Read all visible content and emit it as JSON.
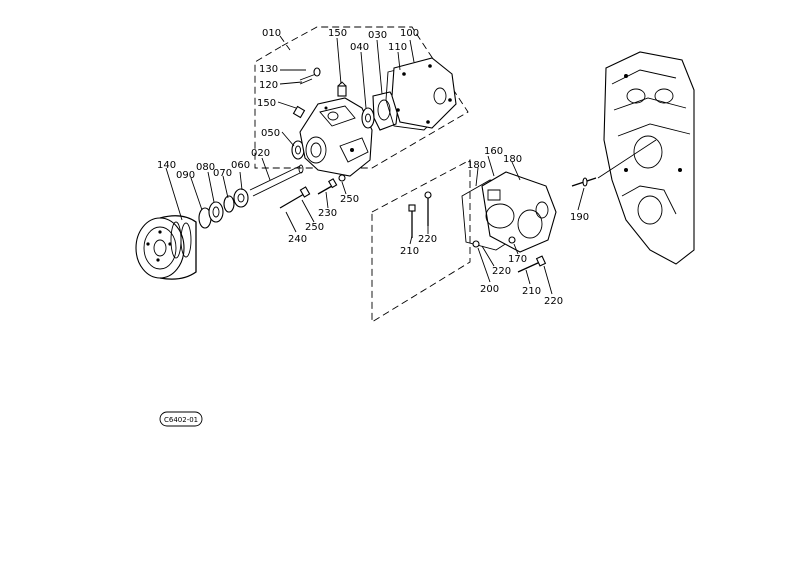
{
  "diagram": {
    "image_code": "C6402-01",
    "labels": {
      "p010": "010",
      "p020": "020",
      "p030": "030",
      "p040": "040",
      "p050": "050",
      "p060": "060",
      "p070": "070",
      "p080": "080",
      "p090": "090",
      "p100": "100",
      "p110": "110",
      "p120": "120",
      "p130": "130",
      "p140": "140",
      "p150a": "150",
      "p150b": "150",
      "p160": "160",
      "p170": "170",
      "p180a": "180",
      "p180b": "180",
      "p190": "190",
      "p200": "200",
      "p210a": "210",
      "p210b": "210",
      "p220a": "220",
      "p220b": "220",
      "p220c": "220",
      "p230": "230",
      "p240": "240",
      "p250a": "250",
      "p250b": "250"
    }
  }
}
